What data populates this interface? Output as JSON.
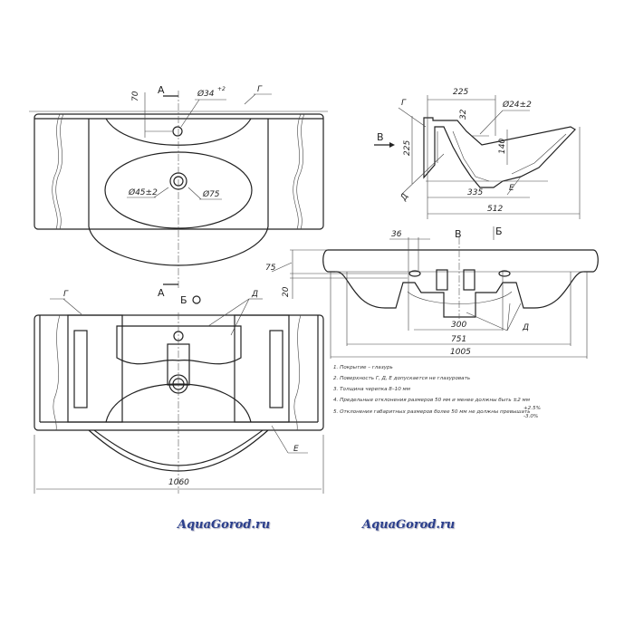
{
  "top_view": {
    "dim_70": "70",
    "hole_dia": "Ø34",
    "hole_tol": "+2",
    "label_g": "Г",
    "drain_dia": "Ø45±2",
    "drain_outer": "Ø75",
    "section_a_top": "A",
    "section_a_bottom": "A",
    "view_b": "Б"
  },
  "bottom_view": {
    "label_g": "Г",
    "label_d": "Д",
    "label_e": "Е",
    "width": "1060"
  },
  "side_view": {
    "width_top": "225",
    "hole_dia": "Ø24±2",
    "dim_32": "32",
    "height": "225",
    "depth": "140",
    "dim_335": "335",
    "total": "512",
    "view_v": "В",
    "label_g": "Г",
    "label_d": "Д",
    "label_e": "Е"
  },
  "front_view": {
    "dim_36": "36",
    "view_v": "В",
    "view_b": "Б",
    "dim_75": "75",
    "dim_20": "20",
    "dim_300": "300",
    "dim_751": "751",
    "dim_1005": "1005",
    "label_d": "Д"
  },
  "notes": [
    "1. Покрытие – глазурь",
    "2. Поверхность Г, Д, Е допускается не глазуровать",
    "3. Толщина черепка 8–10 мм",
    "4. Предельные отклонения размеров 50 мм и менее должны быть ±2  мм",
    "5. Отклонения габаритных размеров более 50 мм не должны превышать"
  ],
  "note5_tol_plus": "+2.5%",
  "note5_tol_minus": "-3.0%",
  "watermarks": [
    "AquaGorod.ru",
    "AquaGorod.ru"
  ],
  "colors": {
    "line": "#222222",
    "watermark": "#2b3f8c"
  }
}
